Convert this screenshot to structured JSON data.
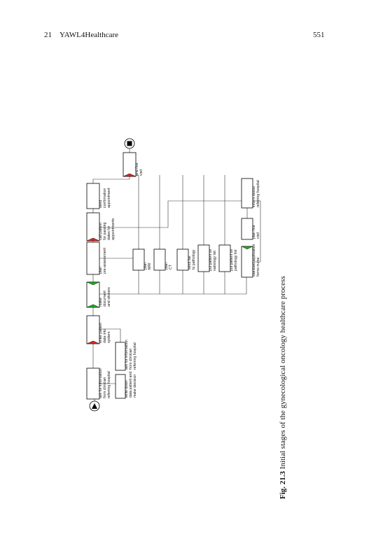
{
  "header": {
    "chapter_number": "21",
    "running_title": "YAWL4Healthcare",
    "page_number": "551"
  },
  "caption": {
    "label": "Fig. 21.3",
    "text": "Initial stages of the gynecological oncology healthcare process"
  },
  "tasks": [
    {
      "id": "ask-info",
      "lines": [
        "ask for information",
        "from clinician",
        "referring hospital"
      ]
    },
    {
      "id": "write-down",
      "lines": [
        "write down",
        "data patient and",
        "make decision"
      ]
    },
    {
      "id": "ask-info-2",
      "lines": [
        "ask for information",
        "from clinician",
        "referring hospital"
      ]
    },
    {
      "id": "enter-data",
      "lines": [
        "enter patient",
        "data into",
        "system"
      ]
    },
    {
      "id": "make-doc",
      "lines": [
        "make",
        "document",
        "and stickers"
      ]
    },
    {
      "id": "plan-pre",
      "lines": [
        "plan",
        "pre-assessment"
      ]
    },
    {
      "id": "plan-mri",
      "lines": [
        "plan",
        "MRI"
      ]
    },
    {
      "id": "plan-ct",
      "lines": [
        "plan",
        "CT"
      ]
    },
    {
      "id": "send-fax",
      "lines": [
        "send fax",
        "to pathology"
      ]
    },
    {
      "id": "radiology",
      "lines": [
        "put patient on",
        "radiology list"
      ]
    },
    {
      "id": "pathology",
      "lines": [
        "put patient on",
        "pathology list"
      ]
    },
    {
      "id": "standard",
      "lines": [
        "standard application",
        "forms nurse"
      ]
    },
    {
      "id": "plan-first",
      "lines": [
        "plan first",
        "visit"
      ]
    },
    {
      "id": "inform",
      "lines": [
        "inform doctor",
        "referring hospital"
      ]
    },
    {
      "id": "call-patient",
      "lines": [
        "call patient",
        "for passing",
        "dates for",
        "appointments"
      ]
    },
    {
      "id": "send-conf",
      "lines": [
        "send",
        "confirmation",
        "appointment"
      ]
    },
    {
      "id": "end-first",
      "lines": [
        "end first",
        "visit"
      ]
    }
  ]
}
